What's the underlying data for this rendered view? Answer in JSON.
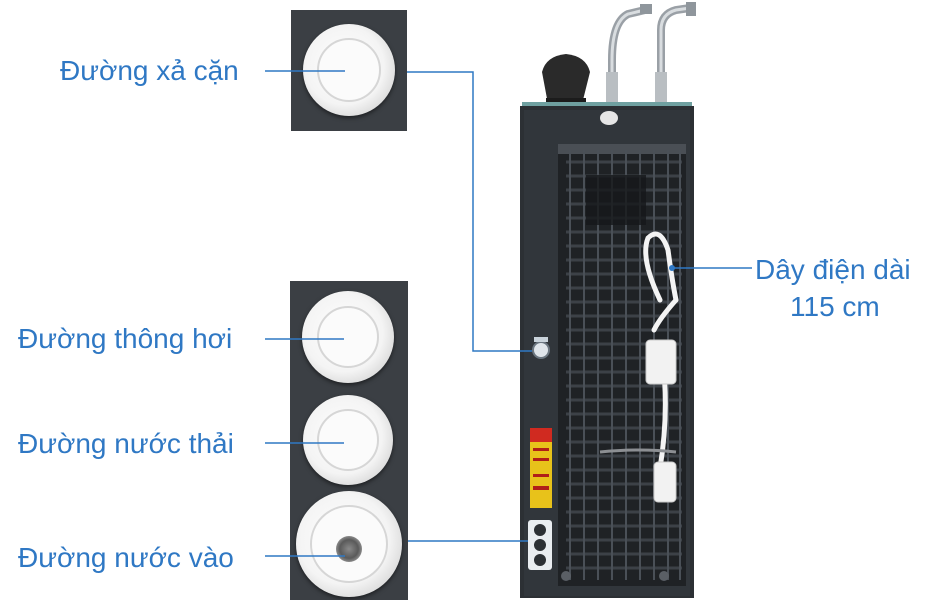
{
  "callouts": {
    "drain": "Đường xả cặn",
    "vent": "Đường thông hơi",
    "waste": "Đường nước thải",
    "inlet": "Đường nước vào",
    "cord_line1": "Dây điện dài",
    "cord_line2": "115 cm"
  },
  "colors": {
    "label": "#2f78c4",
    "line": "#2f78c4",
    "machine_body": "#2c3034",
    "photo_bg": "#3b3f44"
  }
}
